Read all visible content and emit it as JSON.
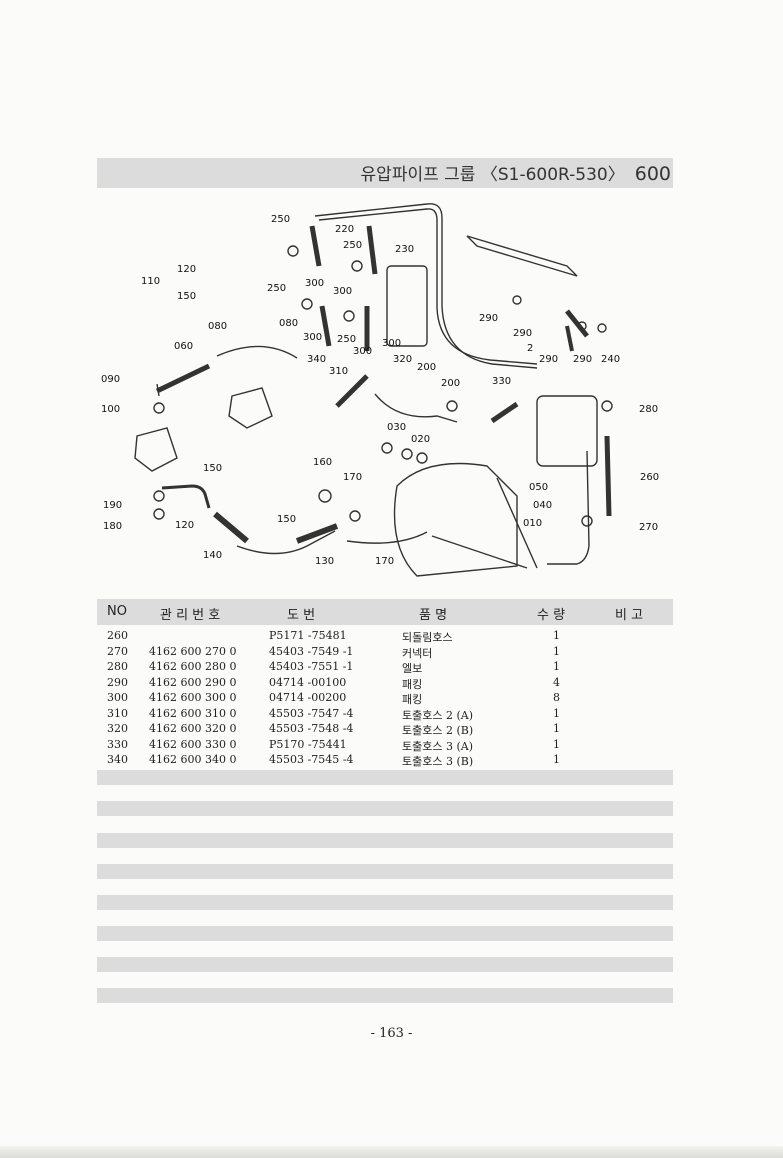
{
  "header": {
    "title": "유압파이프 그룹 〈S1-600R-530〉",
    "model": "600"
  },
  "diagram": {
    "labels": [
      "250",
      "220",
      "250",
      "230",
      "110",
      "120",
      "150",
      "250",
      "300",
      "300",
      "080",
      "080",
      "300",
      "250",
      "300",
      "300",
      "060",
      "340",
      "320",
      "290",
      "290",
      "2",
      "290",
      "290",
      "240",
      "310",
      "200",
      "200",
      "330",
      "090",
      "100",
      "280",
      "030",
      "020",
      "160",
      "170",
      "150",
      "050",
      "260",
      "040",
      "190",
      "120",
      "150",
      "010",
      "270",
      "180",
      "140",
      "130",
      "170"
    ]
  },
  "table": {
    "headers": {
      "no": "NO",
      "mgmt": "관 리 번 호",
      "drawing": "도          번",
      "name": "품          명",
      "qty": "수   량",
      "note": "비   고"
    },
    "rows": [
      {
        "no": "260",
        "mgmt": "",
        "drawing": "P5171 -75481",
        "name": "되돌림호스",
        "qty": "1"
      },
      {
        "no": "270",
        "mgmt": "4162  600  270  0",
        "drawing": "45403 -7549 -1",
        "name": "커넥터",
        "qty": "1"
      },
      {
        "no": "280",
        "mgmt": "4162  600  280  0",
        "drawing": "45403 -7551 -1",
        "name": "엘보",
        "qty": "1"
      },
      {
        "no": "290",
        "mgmt": "4162  600  290  0",
        "drawing": "04714 -00100",
        "name": "패킹",
        "qty": "4"
      },
      {
        "no": "300",
        "mgmt": "4162  600  300  0",
        "drawing": "04714 -00200",
        "name": "패킹",
        "qty": "8"
      },
      {
        "no": "310",
        "mgmt": "4162  600  310  0",
        "drawing": "45503 -7547 -4",
        "name": "토출호스 2 (A)",
        "qty": "1"
      },
      {
        "no": "320",
        "mgmt": "4162  600  320  0",
        "drawing": "45503 -7548 -4",
        "name": "토출호스 2 (B)",
        "qty": "1"
      },
      {
        "no": "330",
        "mgmt": "4162  600  330  0",
        "drawing": "P5170 -75441",
        "name": "토출호스 3 (A)",
        "qty": "1"
      },
      {
        "no": "340",
        "mgmt": "4162  600  340  0",
        "drawing": "45503 -7545 -4",
        "name": "토출호스 3 (B)",
        "qty": "1"
      }
    ]
  },
  "footer": {
    "page": "- 163 -"
  }
}
